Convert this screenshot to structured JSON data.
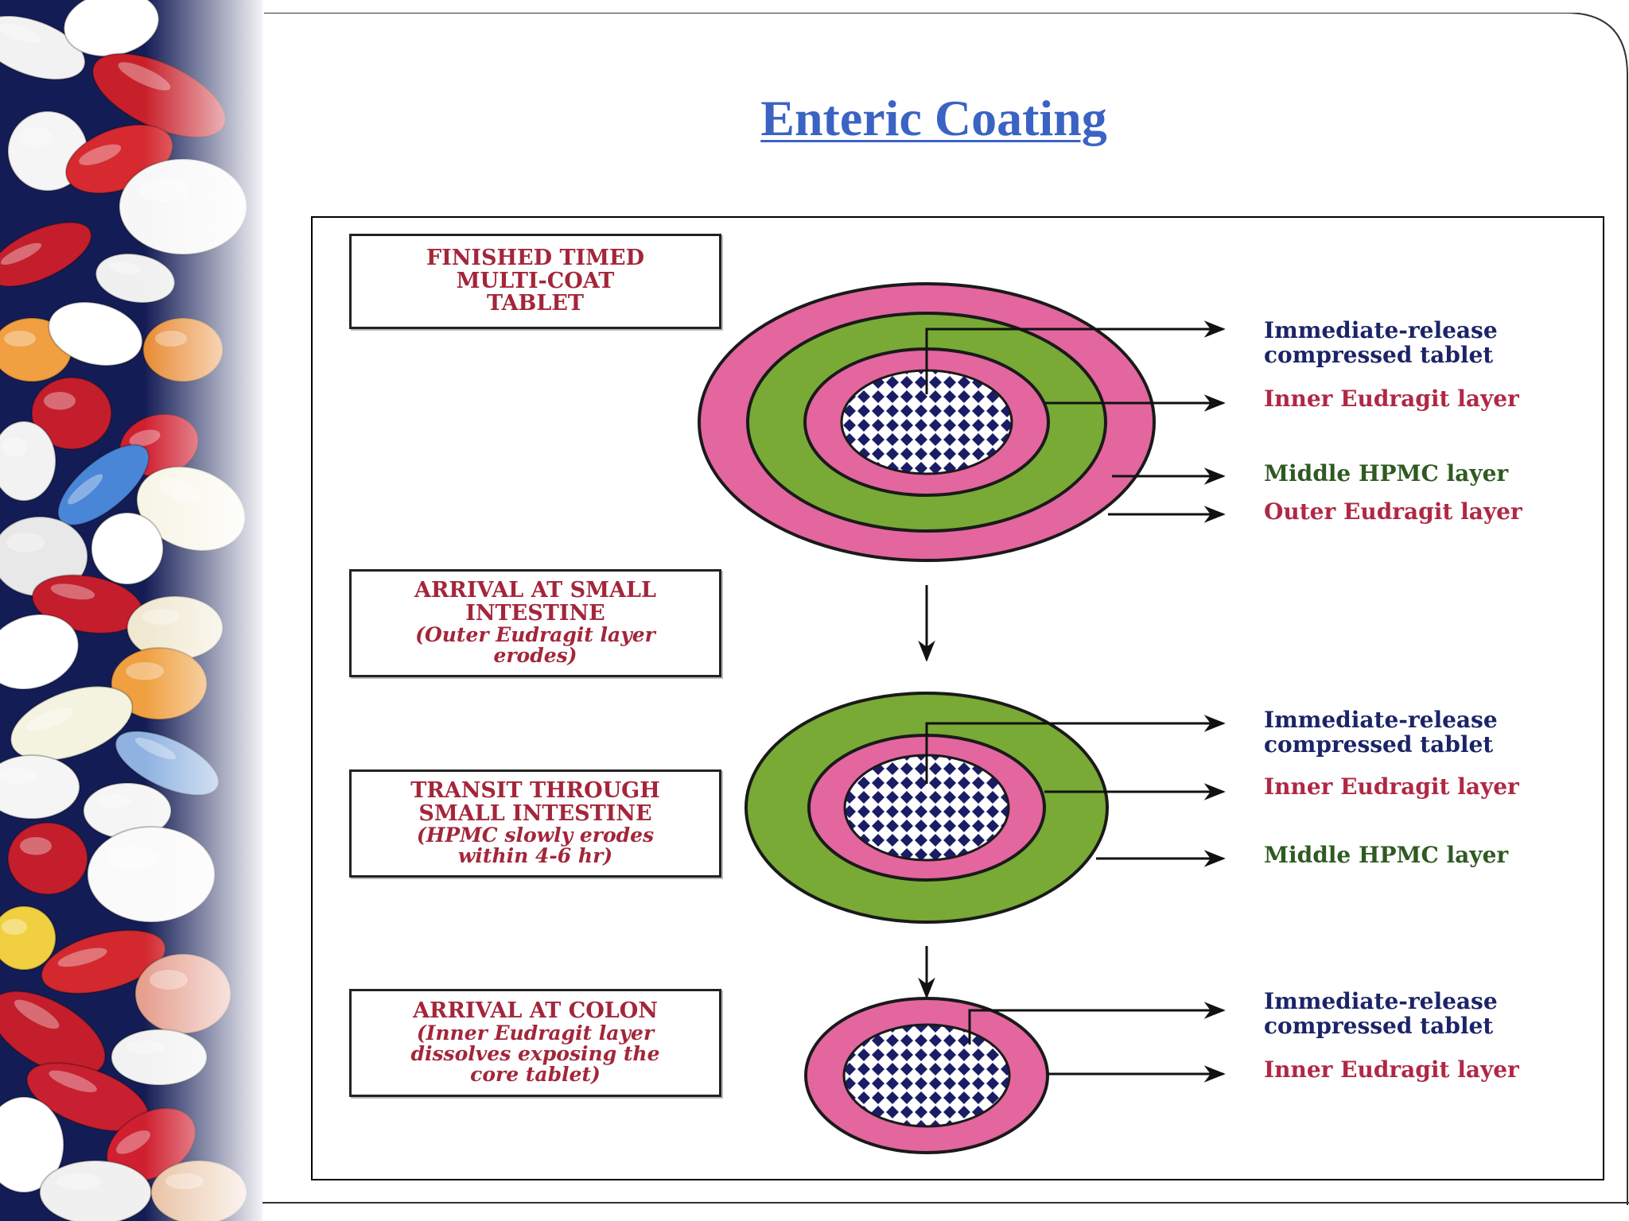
{
  "slide": {
    "title": "Enteric Coating"
  },
  "diagram": {
    "colors": {
      "outer_eudragit": "#e3669f",
      "middle_hpmc": "#78aa35",
      "inner_eudragit": "#e3669f",
      "core_diamond": "#1a1d66",
      "label_blue": "#1c2468",
      "label_red": "#b02844",
      "label_green": "#2f5a22",
      "stage_text": "#a3263a"
    },
    "stages": [
      {
        "heading": "FINISHED TIMED\nMULTI-COAT\nTABLET",
        "detail": ""
      },
      {
        "heading": "ARRIVAL AT SMALL\nINTESTINE",
        "detail": "(Outer Eudragit layer\nerodes)"
      },
      {
        "heading": "TRANSIT THROUGH\nSMALL INTESTINE",
        "detail": "(HPMC slowly erodes\nwithin 4-6 hr)"
      },
      {
        "heading": "ARRIVAL AT COLON",
        "detail": "(Inner Eudragit layer\ndissolves exposing the\ncore tablet)"
      }
    ],
    "layer_labels": {
      "core": "Immediate-release\ncompressed tablet",
      "inner": "Inner Eudragit layer",
      "middle": "Middle HPMC layer",
      "outer": "Outer Eudragit layer"
    }
  }
}
